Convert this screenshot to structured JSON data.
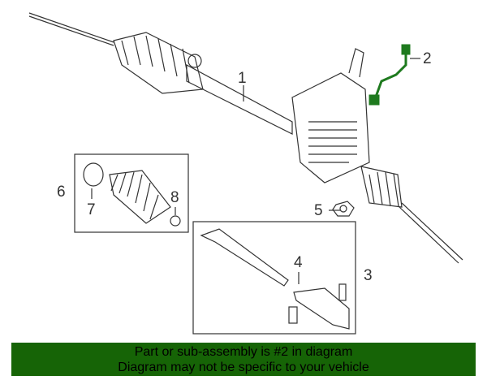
{
  "callouts": {
    "c1": "1",
    "c2": "2",
    "c3": "3",
    "c4": "4",
    "c5": "5",
    "c6": "6",
    "c7": "7",
    "c8": "8"
  },
  "banner": {
    "line1": "Part or sub-assembly is #2 in diagram",
    "line2": "Diagram may not be specific to your vehicle"
  },
  "colors": {
    "banner": "#166406",
    "highlight": "#1e7a1e",
    "line": "#333333"
  }
}
